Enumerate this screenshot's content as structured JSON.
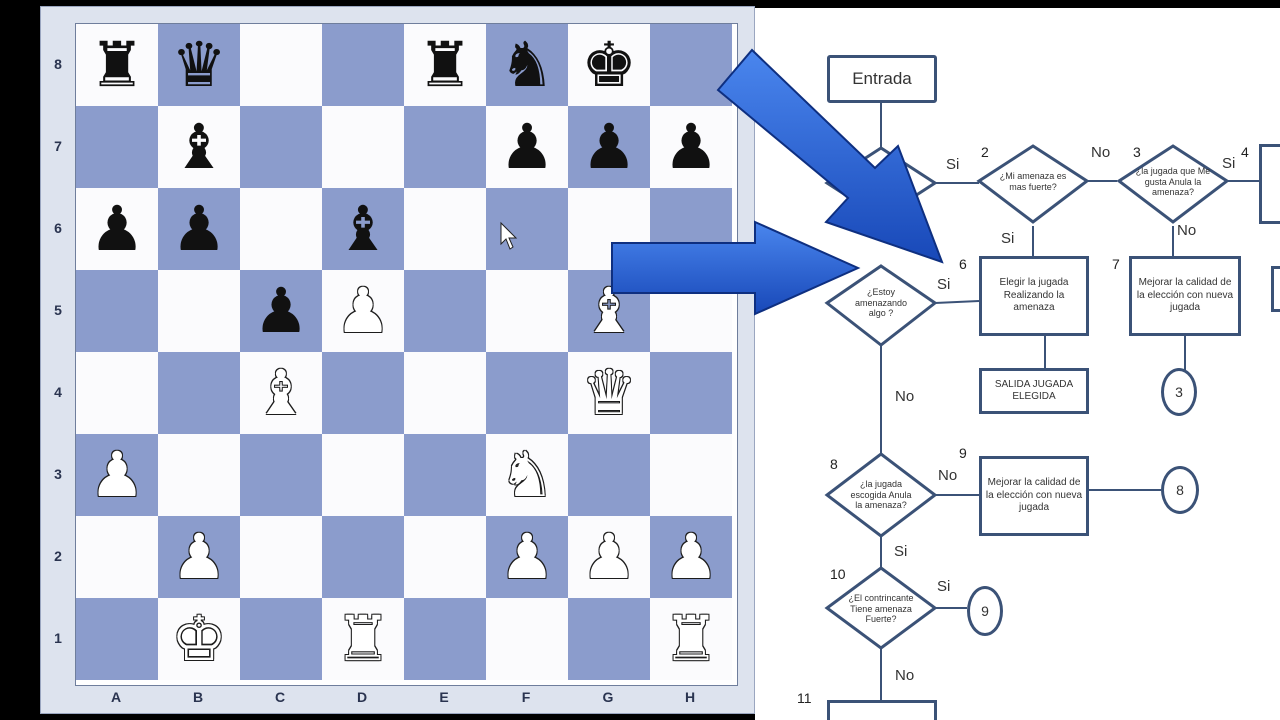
{
  "board": {
    "files": [
      "A",
      "B",
      "C",
      "D",
      "E",
      "F",
      "G",
      "H"
    ],
    "ranks": [
      "8",
      "7",
      "6",
      "5",
      "4",
      "3",
      "2",
      "1"
    ],
    "colors": {
      "light": "#fbfbfd",
      "dark": "#8b9ccc"
    },
    "pieces": [
      {
        "square": "a8",
        "glyph": "♜",
        "color": "black",
        "name": "black-rook-icon"
      },
      {
        "square": "b8",
        "glyph": "♛",
        "color": "black",
        "name": "black-queen-icon"
      },
      {
        "square": "e8",
        "glyph": "♜",
        "color": "black",
        "name": "black-rook-icon"
      },
      {
        "square": "f8",
        "glyph": "♞",
        "color": "black",
        "name": "black-knight-icon"
      },
      {
        "square": "g8",
        "glyph": "♚",
        "color": "black",
        "name": "black-king-icon"
      },
      {
        "square": "b7",
        "glyph": "♝",
        "color": "black",
        "name": "black-bishop-icon"
      },
      {
        "square": "f7",
        "glyph": "♟",
        "color": "black",
        "name": "black-pawn-icon"
      },
      {
        "square": "g7",
        "glyph": "♟",
        "color": "black",
        "name": "black-pawn-icon"
      },
      {
        "square": "h7",
        "glyph": "♟",
        "color": "black",
        "name": "black-pawn-icon"
      },
      {
        "square": "a6",
        "glyph": "♟",
        "color": "black",
        "name": "black-pawn-icon"
      },
      {
        "square": "b6",
        "glyph": "♟",
        "color": "black",
        "name": "black-pawn-icon"
      },
      {
        "square": "d6",
        "glyph": "♝",
        "color": "black",
        "name": "black-bishop-icon"
      },
      {
        "square": "c5",
        "glyph": "♟",
        "color": "black",
        "name": "black-pawn-icon"
      },
      {
        "square": "d5",
        "glyph": "♟",
        "color": "white",
        "name": "white-pawn-icon"
      },
      {
        "square": "g5",
        "glyph": "♝",
        "color": "white",
        "name": "white-bishop-icon"
      },
      {
        "square": "c4",
        "glyph": "♝",
        "color": "white",
        "name": "white-bishop-icon"
      },
      {
        "square": "g4",
        "glyph": "♛",
        "color": "white",
        "name": "white-queen-icon"
      },
      {
        "square": "a3",
        "glyph": "♟",
        "color": "white",
        "name": "white-pawn-icon"
      },
      {
        "square": "f3",
        "glyph": "♞",
        "color": "white",
        "name": "white-knight-icon"
      },
      {
        "square": "b2",
        "glyph": "♟",
        "color": "white",
        "name": "white-pawn-icon"
      },
      {
        "square": "f2",
        "glyph": "♟",
        "color": "white",
        "name": "white-pawn-icon"
      },
      {
        "square": "g2",
        "glyph": "♟",
        "color": "white",
        "name": "white-pawn-icon"
      },
      {
        "square": "h2",
        "glyph": "♟",
        "color": "white",
        "name": "white-pawn-icon"
      },
      {
        "square": "b1",
        "glyph": "♚",
        "color": "white",
        "name": "white-king-icon"
      },
      {
        "square": "d1",
        "glyph": "♜",
        "color": "white",
        "name": "white-rook-icon"
      },
      {
        "square": "h1",
        "glyph": "♜",
        "color": "white",
        "name": "white-rook-icon"
      }
    ]
  },
  "flowchart": {
    "entry": "Entrada",
    "d1_text": "",
    "d2_text": "¿Mi amenaza es mas fuerte?",
    "d3_text": "¿la jugada que Me gusta Anula la amenaza?",
    "d5_text": "¿Estoy amenazando algo ?",
    "d8_text": "¿la jugada escogida Anula la amenaza?",
    "d10_text": "¿El contrincante Tiene amenaza Fuerte?",
    "box6": "Elegir la jugada Realizando la amenaza",
    "box7": "Mejorar la calidad de la elección con nueva jugada",
    "box9": "Mejorar la calidad de la elección con nueva jugada",
    "salida": "SALIDA JUGADA ELEGIDA",
    "circle_3": "3",
    "circle_8": "8",
    "circle_9": "9",
    "labels": {
      "si_1": "Si",
      "no_2": "No",
      "si_3": "Si",
      "si_2": "Si",
      "no_3": "No",
      "si_5": "Si",
      "no_5": "No",
      "no_8": "No",
      "si_8": "Si",
      "si_10": "Si",
      "no_10": "No"
    },
    "numbers": {
      "n2": "2",
      "n3": "3",
      "n4": "4",
      "n6": "6",
      "n7": "7",
      "n8": "8",
      "n9": "9",
      "n10": "10",
      "n11": "11"
    },
    "colors": {
      "line": "#3b5277",
      "arrow": "#1f5fd0"
    }
  }
}
